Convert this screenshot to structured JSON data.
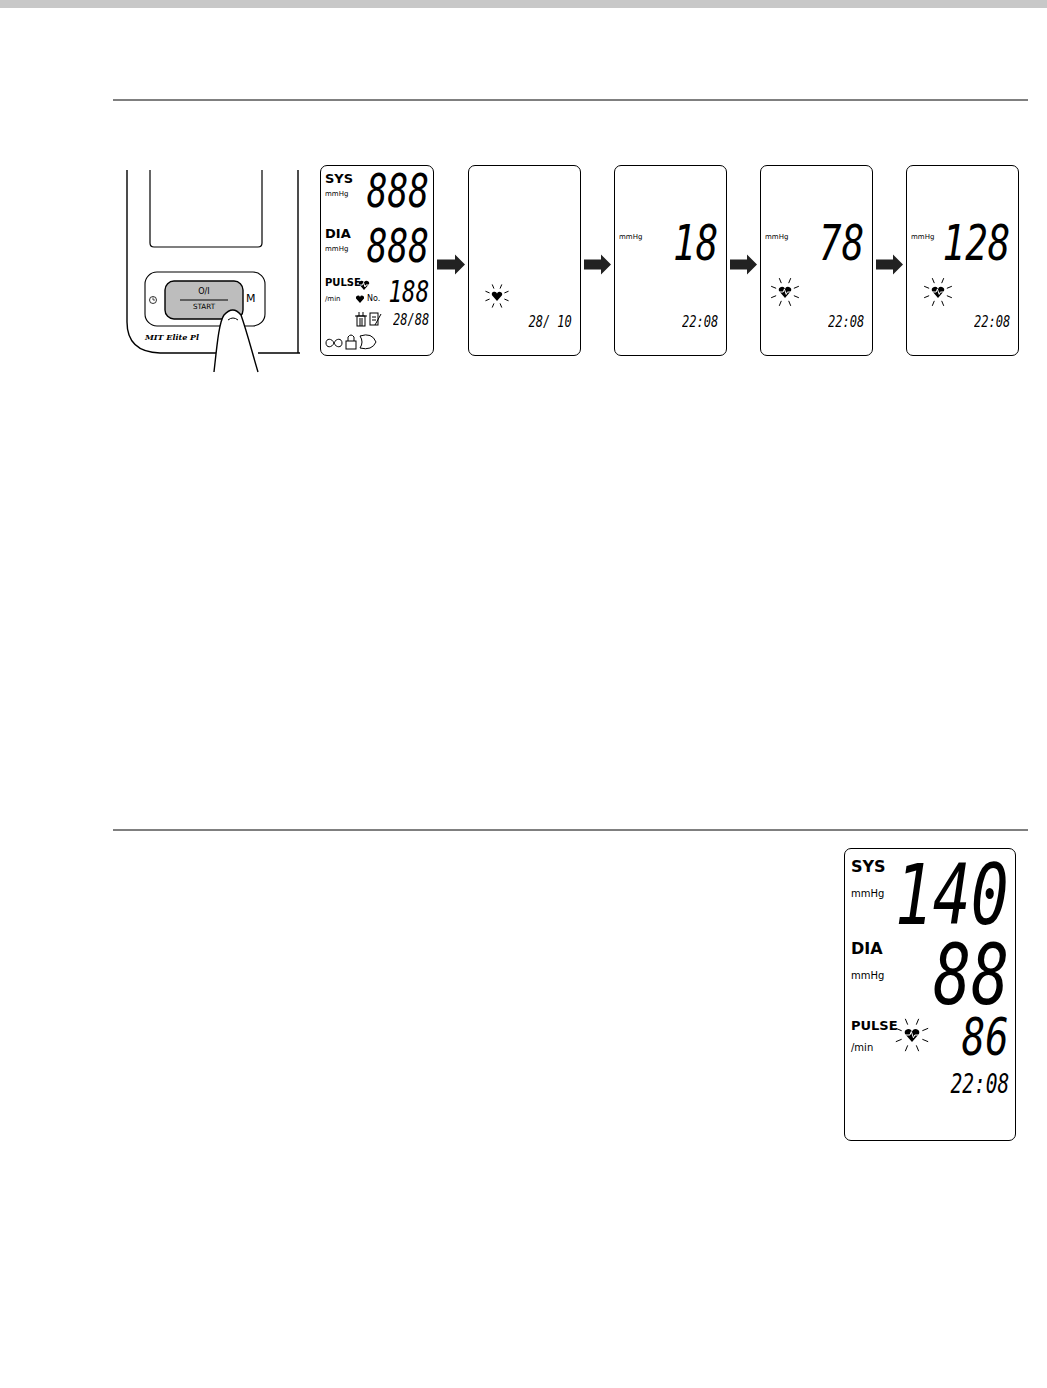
{
  "diagram": {
    "nodes": [
      {
        "text": [
          "M",
          "MIT Elite Pl"
        ]
      },
      {
        "text": [
          "O/I",
          "START"
        ],
        "in": 0
      },
      {
        "text": [
          "SYS",
          "mmHg",
          "888",
          "DIA",
          "mmHg",
          "888",
          "PULSE",
          "/min",
          "No.",
          "188",
          "28/88"
        ]
      },
      {
        "text": [
          "28/ 10"
        ]
      },
      {
        "text": [
          "mmHg",
          "18",
          "22:08"
        ]
      },
      {
        "text": [
          "mmHg",
          "78",
          "22:08"
        ]
      },
      {
        "text": [
          "mmHg",
          "128",
          "22:08"
        ]
      },
      {
        "text": [
          "SYS",
          "mmHg",
          "140",
          "DIA",
          "mmHg",
          "88",
          "PULSE",
          "/min",
          "86",
          "22:08"
        ]
      }
    ],
    "edges": [
      {
        "from": 2,
        "to": 3,
        "arrow": "to"
      },
      {
        "from": 3,
        "to": 4,
        "arrow": "to"
      },
      {
        "from": 4,
        "to": 5,
        "arrow": "to"
      },
      {
        "from": 5,
        "to": 6,
        "arrow": "to"
      }
    ]
  }
}
